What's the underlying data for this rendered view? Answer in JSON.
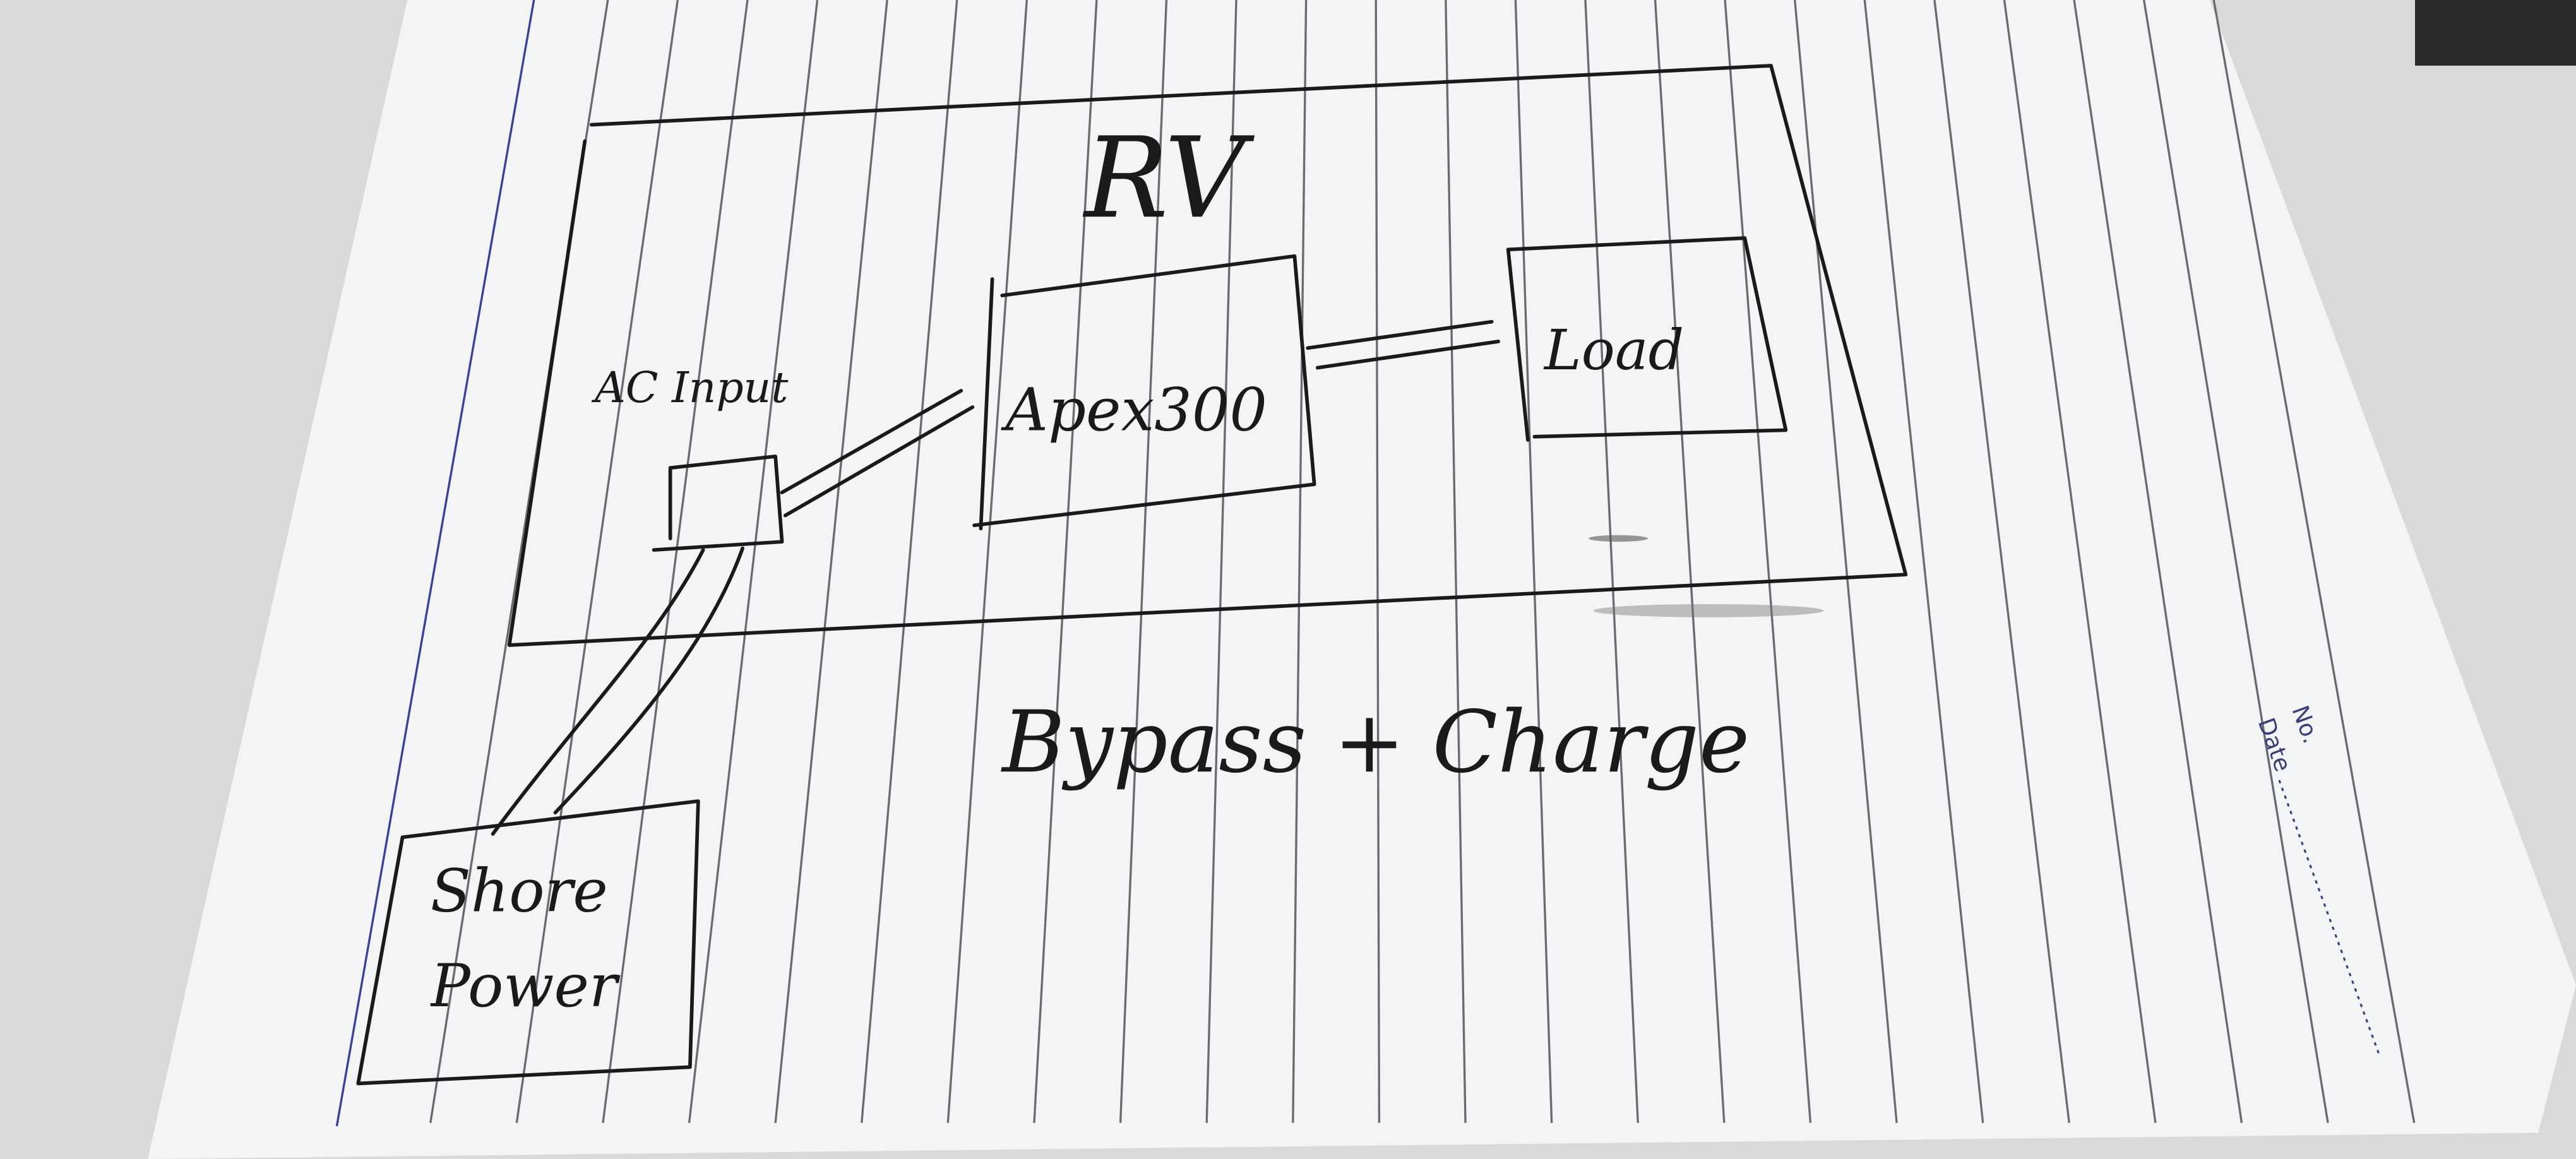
{
  "diagram": {
    "container_label": "RV",
    "nodes": {
      "ac_input": "AC Input",
      "apex": "Apex300",
      "load": "Load",
      "shore_power": "Shore Power"
    },
    "caption": "Bypass + Charge",
    "edges": [
      {
        "from": "Shore Power",
        "to": "AC Input"
      },
      {
        "from": "AC Input",
        "to": "Apex300"
      },
      {
        "from": "Apex300",
        "to": "Load"
      }
    ]
  },
  "paper": {
    "no_label": "No.",
    "date_label": "Date"
  },
  "colors": {
    "ink": "#1a1a1a",
    "paper": "#f4f5f7",
    "table": "#d6d8d8",
    "margin_line": "#3a3f9a"
  }
}
